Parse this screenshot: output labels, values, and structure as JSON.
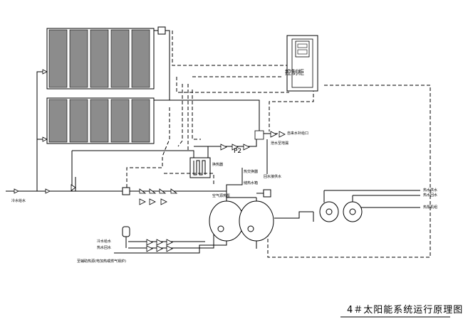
{
  "labels": {
    "control_cabinet": "控制柜",
    "pump_p2": "P2",
    "tap_water_inlet": "自来水补给口",
    "heat_exchanger": "换热器",
    "drain_outlet": "泄水至地漏",
    "return_to_supply": "回水接供水",
    "cold_water_inlet": "冷水给水",
    "hot_water_supply": "热水供水",
    "hot_water_return": "热水回水",
    "heat_pump_group": "热泵机组",
    "cold_water_supply": "冷水给水",
    "return_water_note": "热水回水",
    "auxiliary_note": "至辅助热源(电加热或燃气锅炉)",
    "valve_note_1": "热交换器",
    "tank_note": "储热水箱",
    "air_source_note": "空气源热泵",
    "diagram_title": "4＃太阳能系统运行原理图"
  },
  "colors": {
    "line": "#000000",
    "panel_fill": "#8c8c8c",
    "background": "#ffffff"
  }
}
